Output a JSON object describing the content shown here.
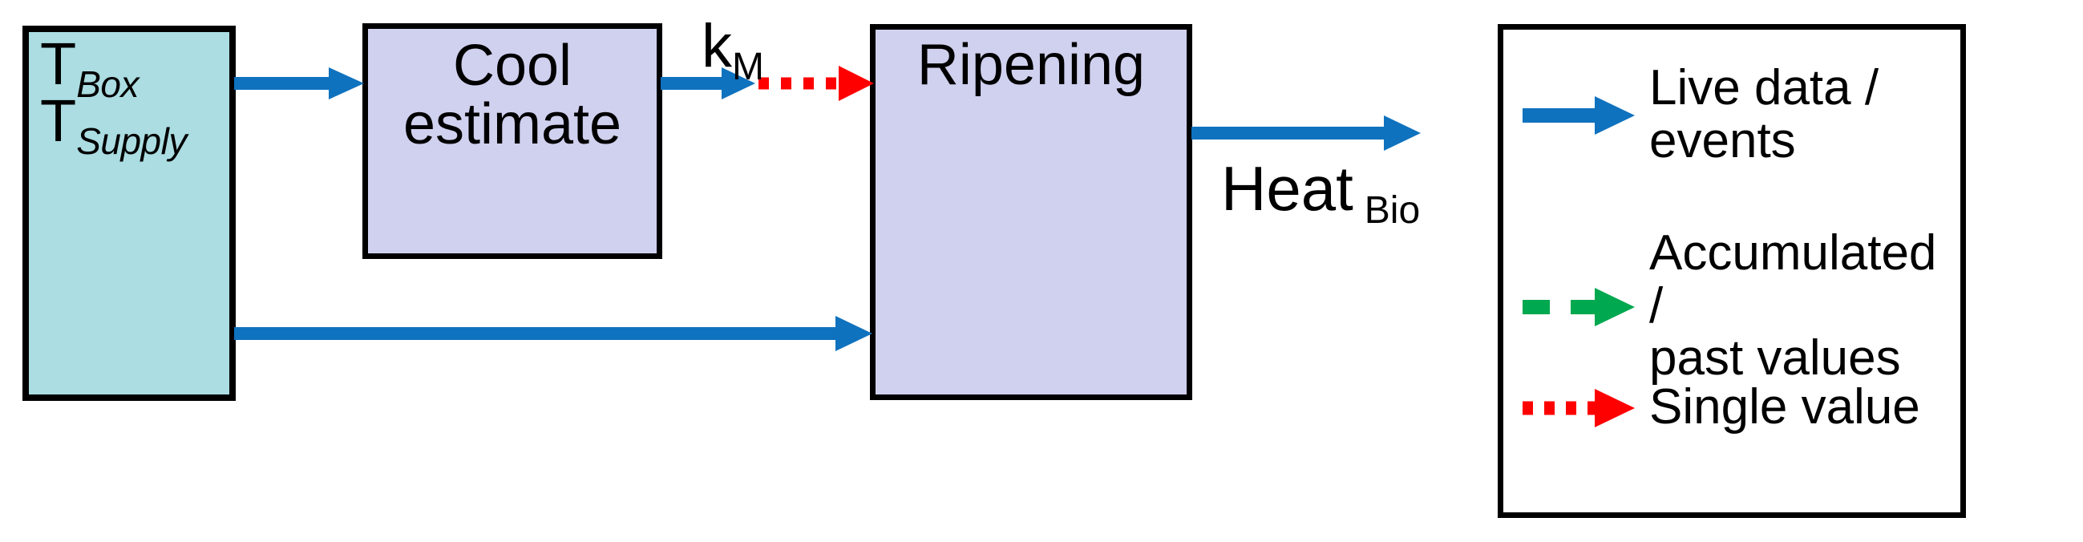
{
  "diagram": {
    "title": "Ripening model signal-flow block diagram",
    "colors": {
      "source_fill": "#ABDDE2",
      "process_fill": "#D0D0EF",
      "outline": "#000000",
      "live_data_blue": "#0F72BE",
      "accumulated_green": "#00A84F",
      "single_value_red": "#FF0000",
      "background": "#FFFFFF"
    },
    "blocks": [
      {
        "id": "sensors",
        "kind": "source",
        "fill": "#ABDDE2",
        "lines": [
          {
            "base": "T",
            "sub": "Box"
          },
          {
            "base": "T",
            "sub": "Supply"
          }
        ]
      },
      {
        "id": "cool-estimate",
        "kind": "process",
        "fill": "#D0D0EF",
        "label": "Cool\nestimate"
      },
      {
        "id": "ripening",
        "kind": "process",
        "fill": "#D0D0EF",
        "label": "Ripening"
      }
    ],
    "edge_labels": [
      {
        "id": "km",
        "base": "k",
        "sub": "M"
      },
      {
        "id": "heat-bio",
        "base": "Heat",
        "sub": "Bio"
      }
    ],
    "connections": [
      {
        "id": "sensors-to-cool",
        "style": "live-data",
        "color": "#0F72BE",
        "from": "sensors",
        "to": "cool-estimate"
      },
      {
        "id": "cool-to-ripening-solid",
        "style": "live-data",
        "color": "#0F72BE",
        "from": "cool-estimate",
        "to": "km"
      },
      {
        "id": "km-to-ripening-dotted",
        "style": "single-value",
        "color": "#FF0000",
        "from": "km",
        "to": "ripening"
      },
      {
        "id": "sensors-to-ripening",
        "style": "live-data",
        "color": "#0F72BE",
        "from": "sensors",
        "to": "ripening"
      },
      {
        "id": "ripening-output",
        "style": "live-data",
        "color": "#0F72BE",
        "from": "ripening",
        "to": "heat-bio"
      }
    ]
  },
  "legend": {
    "items": [
      {
        "id": "live-data",
        "glyph": "solid-arrow-icon",
        "color": "#0F72BE",
        "label": "Live data /\nevents"
      },
      {
        "id": "accumulated",
        "glyph": "dashed-arrow-icon",
        "color": "#00A84F",
        "label": "Accumulated /\npast values"
      },
      {
        "id": "single-value",
        "glyph": "dotted-arrow-icon",
        "color": "#FF0000",
        "label": "Single value"
      }
    ]
  }
}
